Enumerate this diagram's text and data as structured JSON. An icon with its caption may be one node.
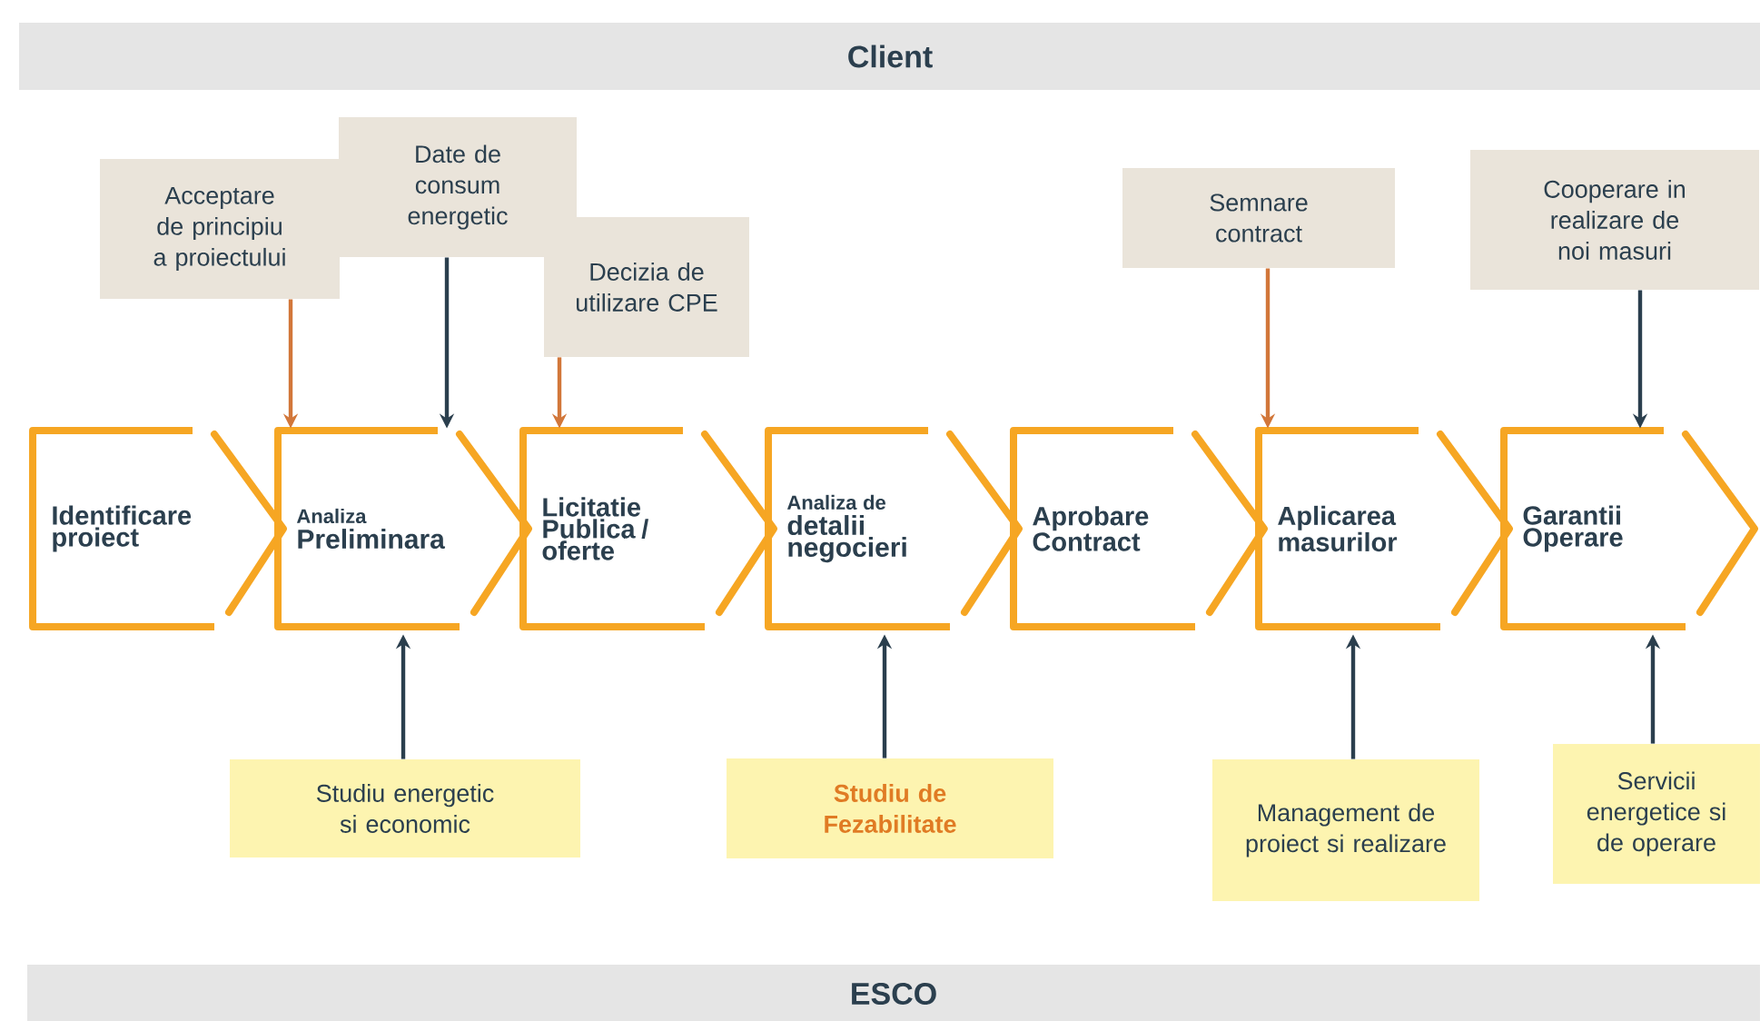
{
  "diagram": {
    "nodes": [
      {
        "text": [
          "Client"
        ]
      },
      {
        "text": [
          "Acceptare de principiu a proiectului"
        ]
      },
      {
        "text": [
          "Date de consum energetic"
        ]
      },
      {
        "text": [
          "Decizia de utilizare CPE"
        ]
      },
      {
        "text": [
          "Semnare contract"
        ]
      },
      {
        "text": [
          "Cooperare in realizare de noi masuri"
        ]
      },
      {
        "text": [
          "Identificare proiect"
        ]
      },
      {
        "text": [
          "Analiza",
          "Preliminara"
        ]
      },
      {
        "text": [
          "Licitatie Publica / oferte"
        ]
      },
      {
        "text": [
          "Analiza de",
          "detalii negocieri"
        ]
      },
      {
        "text": [
          "Aprobare Contract"
        ]
      },
      {
        "text": [
          "Aplicarea masurilor"
        ]
      },
      {
        "text": [
          "Garantii Operare"
        ]
      },
      {
        "text": [
          "Studiu energetic si economic"
        ]
      },
      {
        "text": [
          "Studiu de Fezabilitate"
        ]
      },
      {
        "text": [
          "Management de proiect si realizare"
        ]
      },
      {
        "text": [
          "Servicii energetice si de operare"
        ]
      },
      {
        "text": [
          "ESCO"
        ]
      }
    ],
    "edges": [
      {
        "from": 1,
        "to": 7,
        "arrow": "to",
        "color": "#d2773a"
      },
      {
        "from": 2,
        "to": 7,
        "arrow": "to"
      },
      {
        "from": 3,
        "to": 8,
        "arrow": "to",
        "color": "#d2773a"
      },
      {
        "from": 4,
        "to": 11,
        "arrow": "to",
        "color": "#d2773a"
      },
      {
        "from": 5,
        "to": 12,
        "arrow": "to"
      },
      {
        "from": 13,
        "to": 7,
        "arrow": "to"
      },
      {
        "from": 14,
        "to": 9,
        "arrow": "to"
      },
      {
        "from": 15,
        "to": 11,
        "arrow": "to"
      },
      {
        "from": 16,
        "to": 12,
        "arrow": "to"
      }
    ]
  }
}
